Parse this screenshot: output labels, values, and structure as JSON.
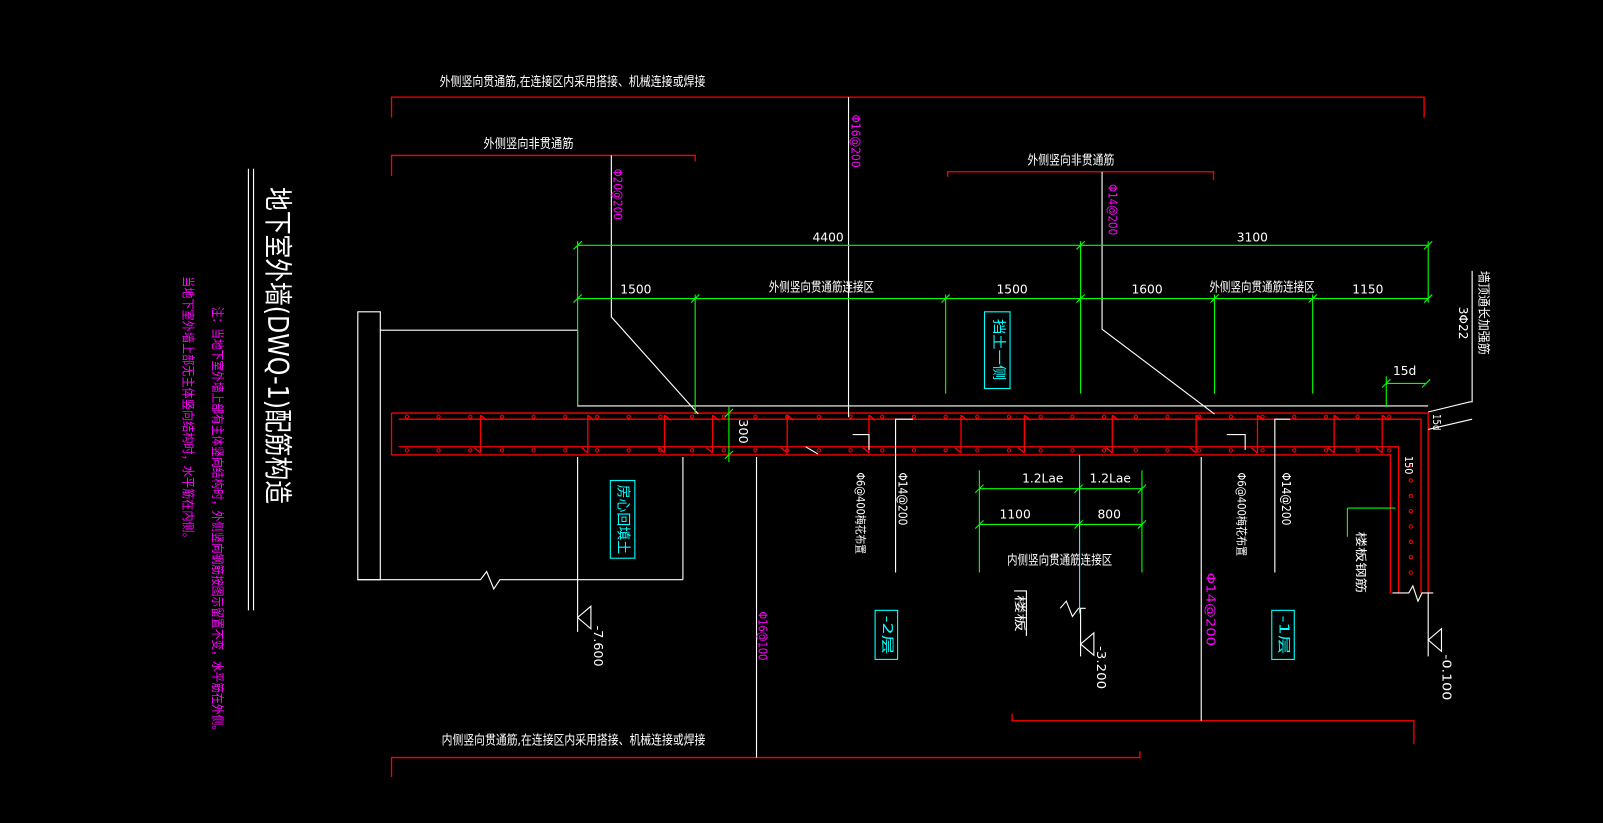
{
  "drawing": {
    "background": "#000000",
    "colors": {
      "rebar_red": "#ff0000",
      "dimension_green": "#00ff00",
      "outline_white": "#ffffff",
      "spec_magenta": "#ff00ff",
      "label_cyan": "#00ffff"
    },
    "title": "地下室外墙(DWQ-1)配筋构造",
    "notes": {
      "line1": "注：当地下室外墙上部有主体竖向结构时，外侧竖向钢筋按图示留置不变，水平筋在外侧。",
      "line2": "当地下室外墙上部无主体竖向结构时，水平筋在内侧。"
    },
    "labels": {
      "outer_through_top": "外侧竖向贯通筋,在连接区内采用搭接、机械连接或焊接",
      "outer_non_through_left": "外侧竖向非贯通筋",
      "outer_non_through_right": "外侧竖向非贯通筋",
      "outer_zone_1": "外侧竖向贯通筋连接区",
      "outer_zone_2": "外侧竖向贯通筋连接区",
      "inner_zone": "内侧竖向贯通筋连接区",
      "inner_through_bottom": "内侧竖向贯通筋,在连接区内采用搭接、机械连接或焊接",
      "soil_side": "挡土一侧",
      "backfill": "房心回填土",
      "floor_slab": "楼板",
      "slab_rebar": "楼板钢筋",
      "top_reinforcement": "墙顶通长加强筋"
    },
    "rebar_specs": {
      "outer_vertical_top": "Φ16@200",
      "outer_non_through_left": "Φ20@200",
      "outer_non_through_right": "Φ14@200",
      "tie_left": "Φ6@400梅花布置",
      "inner_vertical_left": "Φ14@200",
      "inner_vertical_bottom_left": "Φ16@100",
      "tie_right": "Φ6@400梅花布置",
      "inner_vertical_right": "Φ14@200",
      "inner_vertical_bottom_right": "Φ14@200",
      "top_reinforcement": "3Φ22"
    },
    "dimensions": {
      "overall_left": "4400",
      "overall_right": "3100",
      "seg_1": "1500",
      "seg_2": "1500",
      "seg_3": "1600",
      "seg_4": "1150",
      "wall_thickness": "300",
      "anchor_top": "15d",
      "anchor_right": "15d",
      "edge": "150",
      "lap_1": "1.2Lae",
      "lap_2": "1.2Lae",
      "inner_seg_1": "1100",
      "inner_seg_2": "800"
    },
    "levels": {
      "minus_2": "-2层",
      "minus_1": "-1层"
    },
    "elevations": {
      "bottom": "-7.600",
      "middle": "-3.200",
      "top": "-0.100"
    }
  }
}
